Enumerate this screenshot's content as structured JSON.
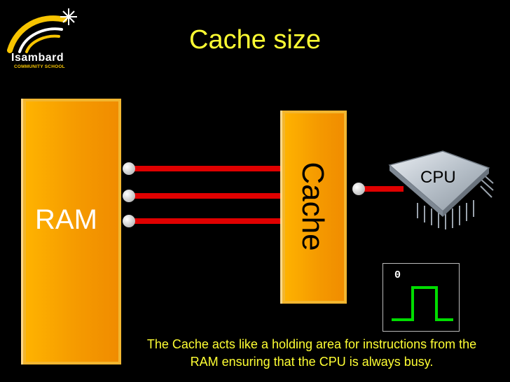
{
  "title": "Cache size",
  "logo": {
    "brand": "Isambard",
    "subtitle": "COMMUNITY SCHOOL"
  },
  "ram": {
    "label": "RAM"
  },
  "cache": {
    "label": "Cache"
  },
  "cpu": {
    "label": "CPU"
  },
  "clock": {
    "value": "0"
  },
  "caption": "The Cache acts like a holding area for instructions from the RAM ensuring that the CPU is always busy.",
  "colors": {
    "title": "#ffff33",
    "block": "#f59a00",
    "wire": "#e00000",
    "clock": "#00dd00",
    "background": "#000000"
  },
  "icons": [
    "isambard-logo-icon",
    "cpu-chip-icon",
    "clock-pulse-icon"
  ]
}
